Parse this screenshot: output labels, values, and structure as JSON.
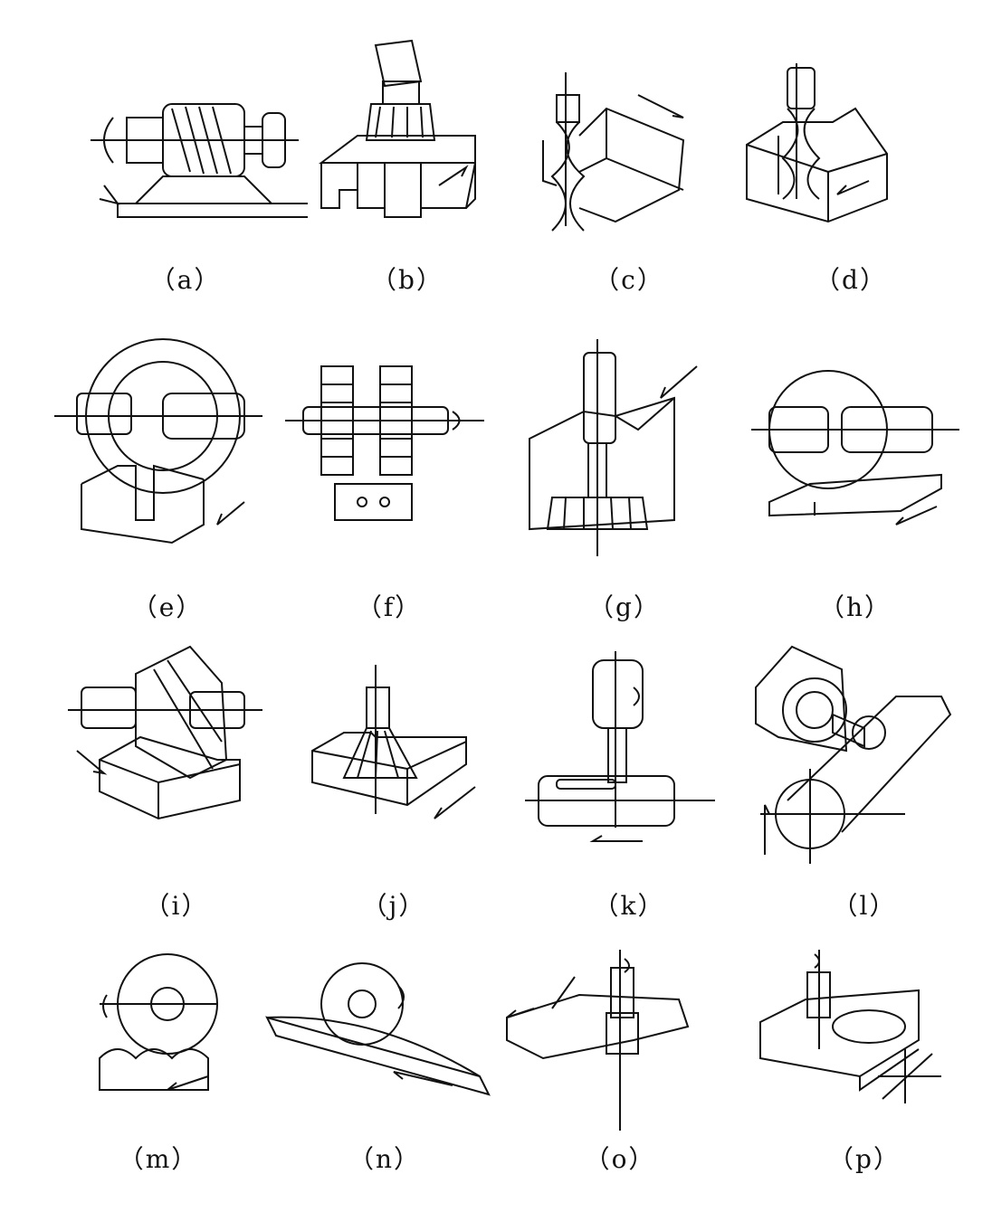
{
  "figures": [
    {
      "id": "a",
      "label": "（a）"
    },
    {
      "id": "b",
      "label": "（b）"
    },
    {
      "id": "c",
      "label": "（c）"
    },
    {
      "id": "d",
      "label": "（d）"
    },
    {
      "id": "e",
      "label": "（e）"
    },
    {
      "id": "f",
      "label": "（f）"
    },
    {
      "id": "g",
      "label": "（g）"
    },
    {
      "id": "h",
      "label": "（h）"
    },
    {
      "id": "i",
      "label": "（i）"
    },
    {
      "id": "j",
      "label": "（j）"
    },
    {
      "id": "k",
      "label": "（k）"
    },
    {
      "id": "l",
      "label": "（l）"
    },
    {
      "id": "m",
      "label": "（m）"
    },
    {
      "id": "n",
      "label": "（n）"
    },
    {
      "id": "o",
      "label": "（o）"
    },
    {
      "id": "p",
      "label": "（p）"
    }
  ]
}
